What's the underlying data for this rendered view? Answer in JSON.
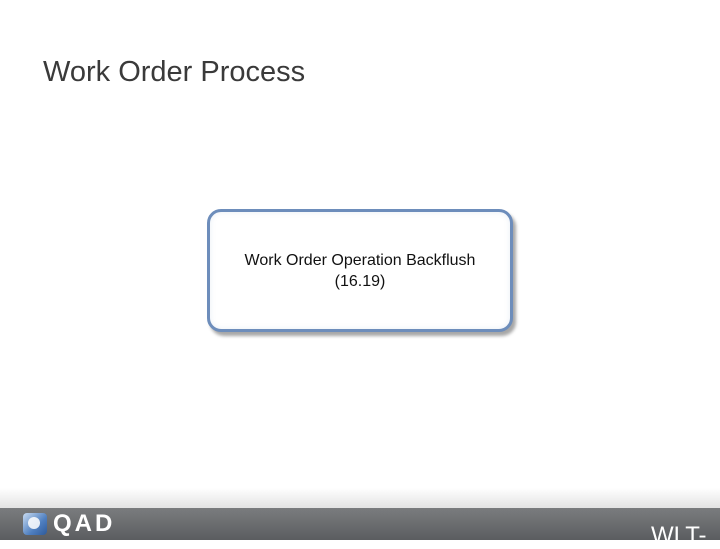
{
  "slide": {
    "title": "Work Order Process"
  },
  "process_box": {
    "line1": "Work Order Operation Backflush",
    "line2": "(16.19)"
  },
  "footer": {
    "logo_text": "QAD",
    "slide_number": "WLT-"
  },
  "colors": {
    "box_border": "#6d8dbb",
    "title_text": "#3a3a3a",
    "footer_bar": "#5b5d60"
  },
  "icons": {
    "logo": "qad-logo-icon"
  }
}
